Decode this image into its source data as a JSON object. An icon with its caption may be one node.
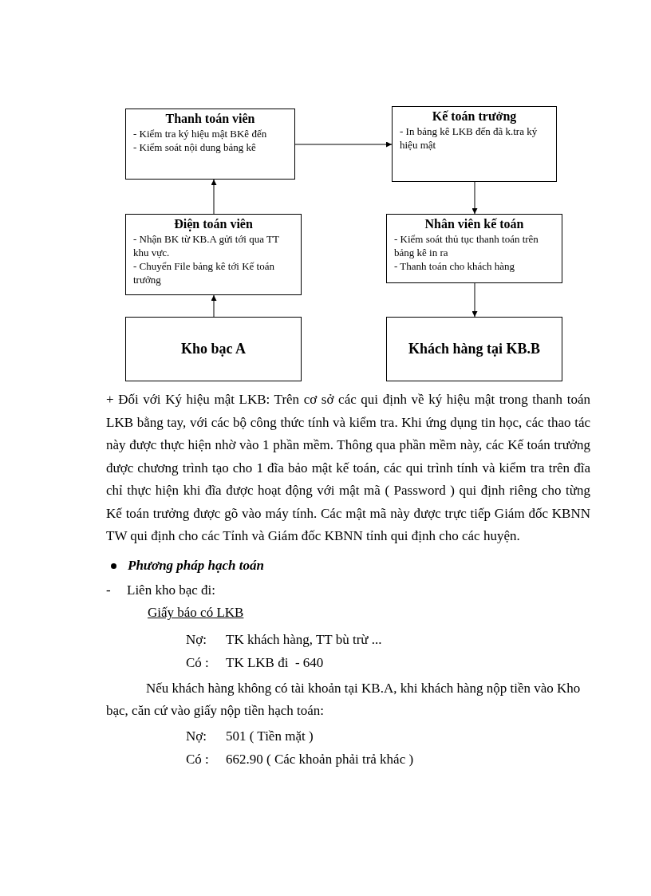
{
  "diagram": {
    "nodes": [
      {
        "text": [
          "Thanh toán viên",
          "- Kiểm tra ký hiệu mật BKê đến",
          "- Kiểm soát nội dung bảng kê"
        ]
      },
      {
        "text": [
          "Kế toán trưởng",
          "- In bảng kê LKB đến đã k.tra ký hiệu mật"
        ]
      },
      {
        "text": [
          "Điện toán viên",
          "- Nhận BK từ KB.A gửi tới qua TT khu vực.",
          "- Chuyển File bảng kê tới Kế toán trưởng"
        ]
      },
      {
        "text": [
          "Nhân viên kế toán",
          "- Kiểm soát thủ tục thanh toán trên bảng kê in ra",
          "- Thanh toán cho khách hàng"
        ]
      },
      {
        "text": [
          "Kho bạc A"
        ]
      },
      {
        "text": [
          "Khách hàng tại KB.B"
        ]
      }
    ],
    "edges": [
      {
        "from": 4,
        "to": 2,
        "arrow": "to"
      },
      {
        "from": 2,
        "to": 0,
        "arrow": "to"
      },
      {
        "from": 0,
        "to": 1,
        "arrow": "to"
      },
      {
        "from": 1,
        "to": 3,
        "arrow": "to"
      },
      {
        "from": 3,
        "to": 5,
        "arrow": "to"
      }
    ],
    "labels": [
      "+ Đối với Ký hiệu mật LKB: Trên cơ sở các qui định về ký hiệu mật trong thanh toán LKB bằng tay, với các bộ công thức tính và kiểm tra. Khi ứng dụng tin học, các thao tác này được thực hiện nhờ vào 1 phần mềm. Thông qua phần mềm này, các Kế toán trưởng được chương trình tạo cho 1 đĩa bảo mật kế toán, các qui trình tính và kiểm tra trên đĩa chỉ thực hiện khi đĩa được hoạt động với mật mã ( Password ) qui định riêng cho từng Kế toán trưởng được gõ vào máy tính. Các mật mã này được trực tiếp Giám đốc KBNN TW qui định cho các Tỉnh và Giám đốc KBNN tỉnh qui định cho các huyện.",
      "Phương pháp hạch toán",
      "-",
      "Liên kho bạc đi:",
      "Giấy báo có LKB",
      "Nợ:",
      "TK khách hàng, TT bù trừ ...",
      "Có :",
      "TK LKB đi  - 640",
      "Nếu khách hàng không có tài khoản tại KB.A, khi khách hàng nộp tiền vào Kho bạc, căn cứ vào giấy nộp tiền hạch toán:",
      "Nợ:",
      "501 ( Tiền mặt )",
      "Có :",
      "662.90 ( Các khoản phải trả khác )"
    ]
  }
}
